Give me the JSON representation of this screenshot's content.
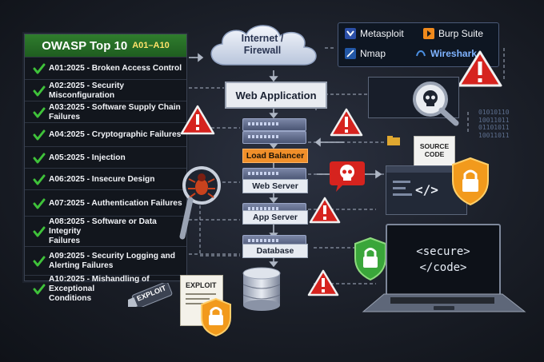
{
  "owasp": {
    "title": "OWASP Top 10",
    "subtitle": "A01–A10",
    "items": [
      {
        "l1": "A01:2025 - Broken Access Control",
        "l2": ""
      },
      {
        "l1": "A02:2025 - Security Misconfiguration",
        "l2": ""
      },
      {
        "l1": "A03:2025 - Software Supply Chain Failures",
        "l2": ""
      },
      {
        "l1": "A04:2025 - Cryptographic Failures",
        "l2": ""
      },
      {
        "l1": "A05:2025 - Injection",
        "l2": ""
      },
      {
        "l1": "A06:2025 - Insecure Design",
        "l2": ""
      },
      {
        "l1": "A07:2025 - Authentication Failures",
        "l2": ""
      },
      {
        "l1": "A08:2025 - Software or Data Integrity",
        "l2": "Failures"
      },
      {
        "l1": "A09:2025 - Security Logging and",
        "l2": "Alerting Failures"
      },
      {
        "l1": "A10:2025 - Mishandling of Exceptional",
        "l2": "Conditions"
      }
    ]
  },
  "cloud": {
    "line1": "Internet /",
    "line2": "Firewall"
  },
  "tools": {
    "t1": "Metasploit",
    "t2": "Burp Suite",
    "t3": "Nmap",
    "t4": "Wireshark"
  },
  "architecture": {
    "web_app": "Web Application",
    "load_balancer": "Load Balancer",
    "web_server": "Web Server",
    "app_server": "App Server",
    "database": "Database"
  },
  "source_doc": {
    "line1": "SOURCE",
    "line2": "CODE"
  },
  "code_window": {
    "tag": "</>"
  },
  "secure_laptop": {
    "line1": "<secure>",
    "line2": "</code>"
  },
  "binary": {
    "b1": "01010110",
    "b2": "10011011",
    "b3": "01101011",
    "b4": "10011011"
  },
  "exploit_doc": {
    "label": "EXPLOIT"
  },
  "usb": {
    "label": "EXPLOIT"
  },
  "colors": {
    "accent_green": "#2f7d2d",
    "warning_red": "#d6231e",
    "balancer_orange": "#f08f2a",
    "lock_orange": "#f29a1c"
  },
  "icons": [
    "warning-icon",
    "skull-icon",
    "bug-magnifier-icon",
    "magnifier-skull-icon",
    "lock-shield-icon",
    "checkmark-icon",
    "cloud-icon",
    "server-icon",
    "database-icon",
    "laptop-icon",
    "usb-drive-icon",
    "document-icon"
  ]
}
